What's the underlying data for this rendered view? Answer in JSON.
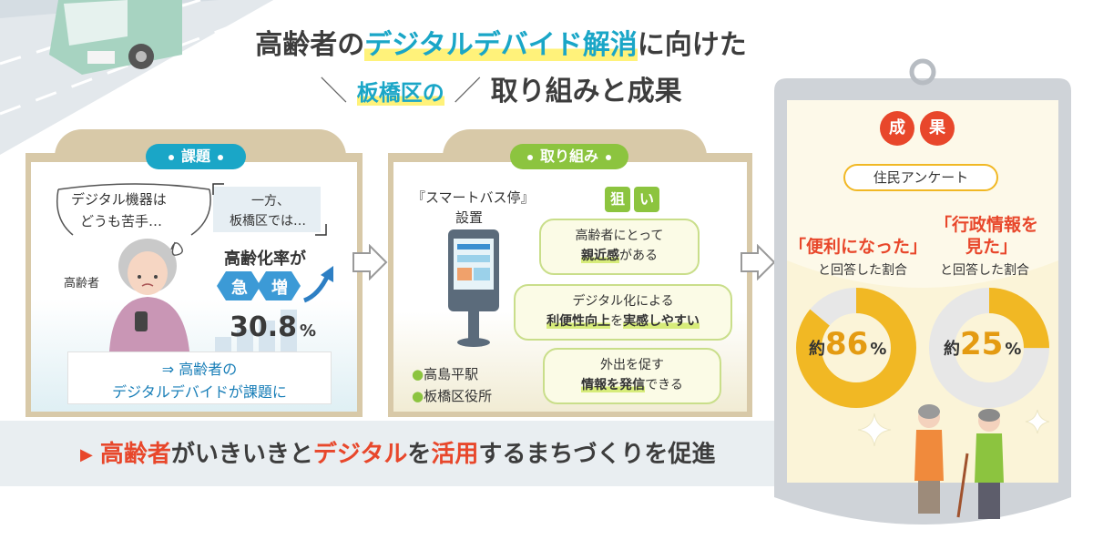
{
  "title": {
    "line1_prefix": "高齢者の",
    "line1_highlight": "デジタルデバイド解消",
    "line1_suffix": "に向けた",
    "line2_highlight": "板橋区の",
    "line2_suffix": "取り組みと成果"
  },
  "kadai": {
    "tag": "課題",
    "thought": [
      "デジタル機器は",
      "どうも苦手…"
    ],
    "elder_label": "高齢者",
    "note": [
      "一方、",
      "板橋区では…"
    ],
    "rate_label": "高齢化率が",
    "kyu": "急",
    "zou": "増",
    "rate_value": "30.8",
    "rate_unit": "%",
    "conclusion_line1": "⇒ 高齢者の",
    "conclusion_line2": "デジタルデバイドが課題に"
  },
  "torikumi": {
    "tag": "取り組み",
    "smart_bus_line1": "『スマートバス停』",
    "smart_bus_line2": "設置",
    "nerai1": "狙",
    "nerai2": "い",
    "bubble1_line1": "高齢者にとって",
    "bubble1_hl": "親近感",
    "bubble1_suffix": "がある",
    "bubble2_line1": "デジタル化による",
    "bubble2_hl1": "利便性向上",
    "bubble2_mid": "を",
    "bubble2_hl2": "実感しやすい",
    "bubble3_line1": "外出を促す",
    "bubble3_hl": "情報を発信",
    "bubble3_suffix": "できる",
    "locations": [
      "高島平駅",
      "板橋区役所"
    ]
  },
  "seika": {
    "tag1": "成",
    "tag2": "果",
    "survey": "住民アンケート",
    "left_label": "「便利になった」",
    "left_sub": "と回答した割合",
    "left_prefix": "約",
    "left_value": "86",
    "left_unit": "%",
    "right_label1": "「行政情報を",
    "right_label2": "見た」",
    "right_sub": "と回答した割合",
    "right_prefix": "約",
    "right_value": "25",
    "right_unit": "%"
  },
  "donut_values": {
    "left_fraction": 0.86,
    "right_fraction": 0.25
  },
  "bottom": {
    "marker": "▶",
    "part1": "高齢者",
    "part2": "がいきいきと",
    "part3": "デジタル",
    "part4": "を",
    "part5": "活用",
    "part6": "するまちづくりを促進"
  },
  "colors": {
    "accent_teal": "#1aa6c7",
    "accent_green": "#8cc43f",
    "accent_red": "#e8472b",
    "donut_gold": "#f1b824"
  }
}
